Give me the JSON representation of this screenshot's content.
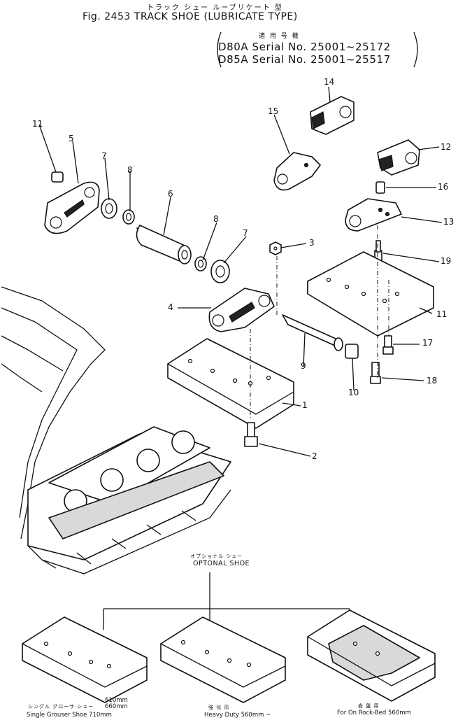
{
  "header": {
    "subtitle_jp": "トラック シュー ルーブリケート 型",
    "title": "Fig. 2453 TRACK SHOE (LUBRICATE TYPE)",
    "applicable_jp": "適 用 号 機",
    "serial_lines": [
      "D80A Serial No. 25001~25172",
      "D85A Serial No. 25001~25517"
    ]
  },
  "callouts": [
    "1",
    "2",
    "3",
    "4",
    "5",
    "6",
    "7",
    "8",
    "9",
    "10",
    "11",
    "12",
    "13",
    "14",
    "15",
    "16",
    "17",
    "18",
    "19"
  ],
  "optional": {
    "label_jp": "オプショナル シュー",
    "label": "OPTONAL SHOE"
  },
  "captions": {
    "single": {
      "jp": "シングル グローサ シュー",
      "sizes": "610mm\n660mm",
      "en": "Single Grouser Shoe 710mm"
    },
    "heavy": {
      "jp": "強 化 形",
      "en": "Heavy Duty 560mm ~"
    },
    "rock": {
      "jp": "岩 盤 用",
      "en": "For On Rock-Bed 560mm"
    }
  }
}
